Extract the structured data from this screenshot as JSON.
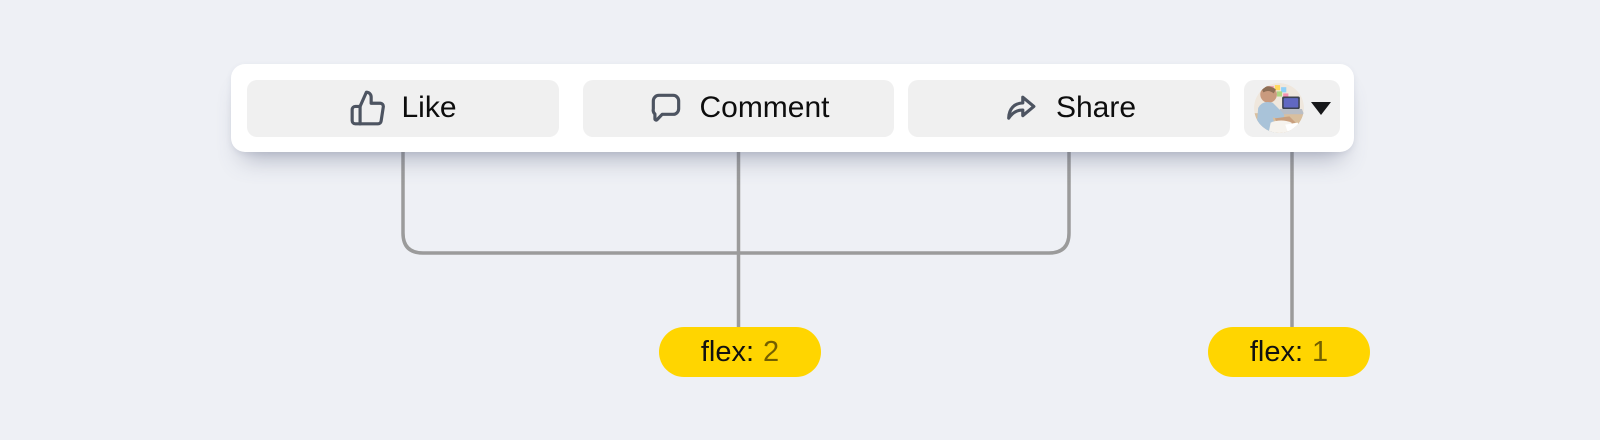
{
  "page": {
    "background_color": "#eef0f5"
  },
  "toolbar": {
    "buttons": [
      {
        "label": "Like",
        "icon": "thumbs-up-icon"
      },
      {
        "label": "Comment",
        "icon": "speech-bubble-icon"
      },
      {
        "label": "Share",
        "icon": "share-arrow-icon"
      }
    ],
    "avatar_menu": {
      "avatar": "user-photo-avatar",
      "caret": "caret-down-icon"
    }
  },
  "annotations": {
    "pills": [
      {
        "property": "flex:",
        "value": "2"
      },
      {
        "property": "flex:",
        "value": "1"
      }
    ],
    "pill_color": "#ffd500",
    "pill_property_color": "#111111",
    "pill_value_color": "#6f6a33",
    "connector_color": "#9b9b9b"
  }
}
